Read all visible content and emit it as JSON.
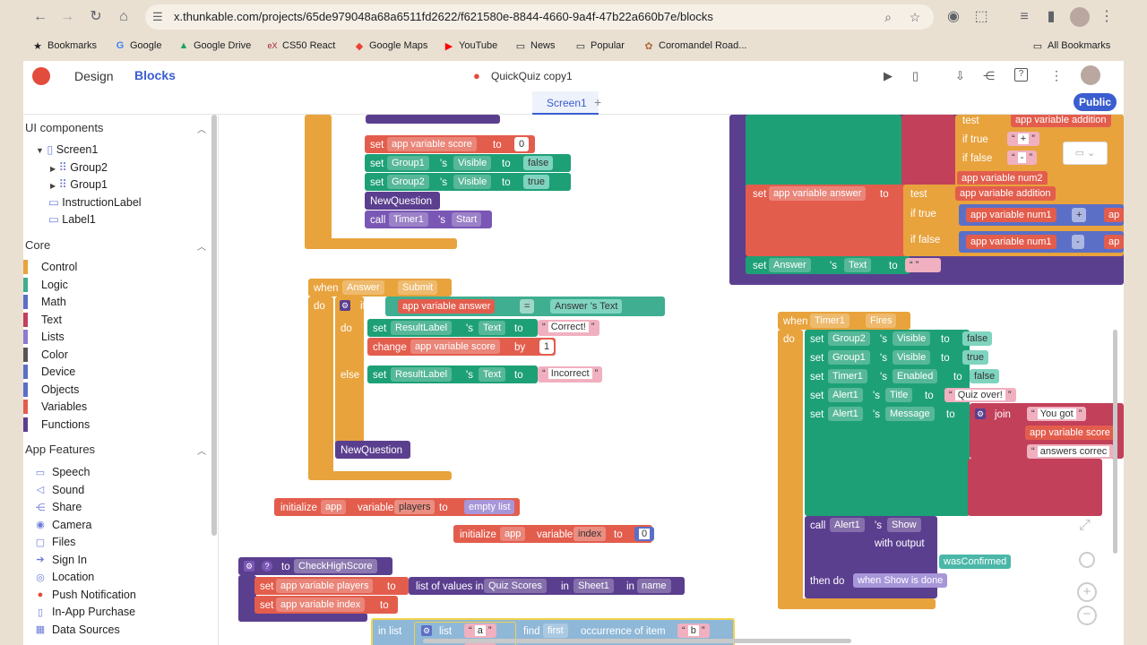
{
  "browser": {
    "url": "x.thunkable.com/projects/65de979048a68a6511fd2622/f621580e-8844-4660-9a4f-47b22a660b7e/blocks",
    "bookmarks": [
      "Bookmarks",
      "Google",
      "Google Drive",
      "CS50 React",
      "Google Maps",
      "YouTube",
      "News",
      "Popular",
      "Coromandel Road..."
    ],
    "all_bookmarks": "All Bookmarks"
  },
  "app": {
    "tab_design": "Design",
    "tab_blocks": "Blocks",
    "project_title": "QuickQuiz copy1",
    "screen_tab": "Screen1",
    "add_screen": "+",
    "public_button": "Public"
  },
  "ui_components": {
    "title": "UI components",
    "items": [
      "Screen1",
      "Group2",
      "Group1",
      "InstructionLabel",
      "Label1"
    ]
  },
  "core": {
    "title": "Core",
    "items": [
      {
        "label": "Control",
        "color": "#e8a33d"
      },
      {
        "label": "Logic",
        "color": "#3fae91"
      },
      {
        "label": "Math",
        "color": "#5b6fc7"
      },
      {
        "label": "Text",
        "color": "#c2405a"
      },
      {
        "label": "Lists",
        "color": "#8a7bd0"
      },
      {
        "label": "Color",
        "color": "#555555"
      },
      {
        "label": "Device",
        "color": "#5b6fc7"
      },
      {
        "label": "Objects",
        "color": "#5b6fc7"
      },
      {
        "label": "Variables",
        "color": "#e35d4d"
      },
      {
        "label": "Functions",
        "color": "#5b3f8f"
      }
    ]
  },
  "features": {
    "title": "App Features",
    "items": [
      "Speech",
      "Sound",
      "Share",
      "Camera",
      "Files",
      "Sign In",
      "Location",
      "Push Notification",
      "In-App Purchase",
      "Data Sources"
    ]
  },
  "blocks": {
    "else1": "else",
    "set_score": "set",
    "score_var": "app variable score",
    "to1": "to",
    "zero": "0",
    "g1_set": "set",
    "g1": "Group1",
    "s_vis": "'s",
    "visible": "Visible",
    "to_a": "to",
    "false1": "false",
    "g2_set": "set",
    "g2": "Group2",
    "s_vis2": "'s",
    "visible2": "Visible",
    "to_b": "to",
    "true1": "true",
    "newq1": "NewQuestion",
    "call1": "call",
    "timer1": "Timer1",
    "s1": "'s",
    "start": "Start",
    "when1": "when",
    "answer": "Answer",
    "submit": "Submit",
    "do1": "do",
    "if1": "if",
    "app_answer": "app variable answer",
    "eq": "=",
    "answer2": "Answer",
    "s2": "'s",
    "text1": "Text",
    "do2": "do",
    "set_rl": "set",
    "result": "ResultLabel",
    "s3": "'s",
    "text2": "Text",
    "to_c": "to",
    "correct": "Correct!",
    "change": "change",
    "score2": "app variable score",
    "by": "by",
    "one": "1",
    "else2": "else",
    "set_rl2": "set",
    "result2": "ResultLabel",
    "s4": "'s",
    "text3": "Text",
    "to_d": "to",
    "incorrect": "Incorrect",
    "newq2": "NewQuestion",
    "init1": "initialize",
    "app1": "app",
    "variable1": "variable",
    "players": "players",
    "to_e": "to",
    "empty_list": "empty list",
    "init2": "initialize",
    "app2": "app",
    "variable2": "variable",
    "index": "index",
    "to_f": "to",
    "zero2": "0",
    "to_func": "to",
    "func_name": "CheckHighScore",
    "set_p": "set",
    "players_var": "app variable players",
    "to_g": "to",
    "list_values": "list of values in",
    "quiz_scores": "Quiz Scores",
    "in1": "in",
    "sheet1": "Sheet1",
    "in2": "in",
    "name": "name",
    "set_i": "set",
    "index_var": "app variable index",
    "to_h": "to",
    "in_list": "in list",
    "list_lbl": "list",
    "a": "a",
    "b": "b",
    "find": "find",
    "first": "first",
    "occ": "occurrence of item",
    "b2": "b",
    "test": "test",
    "addition": "app variable addition",
    "iftrue": "if true",
    "plus": "+",
    "iffalse": "if false",
    "minus": "-",
    "num2": "app variable num2",
    "set_ans": "set",
    "ans_var": "app variable answer",
    "to_i": "to",
    "test2": "test",
    "addition2": "app variable addition",
    "iftrue2": "if true",
    "num1a": "app variable num1",
    "plus2": "+",
    "ap1": "ap",
    "iffalse2": "if false",
    "num1b": "app variable num1",
    "minus2": "-",
    "ap2": "ap",
    "set_txt": "set",
    "answer3": "Answer",
    "s5": "'s",
    "text4": "Text",
    "to_j": "to",
    "when2": "when",
    "timer2": "Timer1",
    "fires": "Fires",
    "do3": "do",
    "t_g2": "Group2",
    "t_vis1": "Visible",
    "t_false": "false",
    "t_g1": "Group1",
    "t_vis2": "Visible",
    "t_true": "true",
    "t_timer": "Timer1",
    "t_enabled": "Enabled",
    "t_false2": "false",
    "t_alert": "Alert1",
    "t_title": "Title",
    "t_quiz_over": "Quiz over!",
    "t_alert2": "Alert1",
    "t_message": "Message",
    "join": "join",
    "you_got": "You got",
    "app_score": "app variable score",
    "answers_correct": "answers correc",
    "call2": "call",
    "alert3": "Alert1",
    "show": "Show",
    "with_output": "with output",
    "was_confirmed": "wasConfirmed",
    "then_do": "then do",
    "when_show_done": "when Show is done",
    "t_set1": "set",
    "t_set2": "set",
    "t_set3": "set",
    "t_set4": "set",
    "t_set5": "set",
    "t_s1": "'s",
    "t_s2": "'s",
    "t_s3": "'s",
    "t_s4": "'s",
    "t_s5": "'s",
    "t_s6": "'s",
    "t_to1": "to",
    "t_to2": "to",
    "t_to3": "to",
    "t_to4": "to",
    "t_to5": "to"
  },
  "colors": {
    "orange": "#e8a33d",
    "green": "#1ea076",
    "violet": "#5b3f8f",
    "red": "#e35d4d",
    "pink": "#c2405a",
    "teal": "#4bb7a8"
  }
}
